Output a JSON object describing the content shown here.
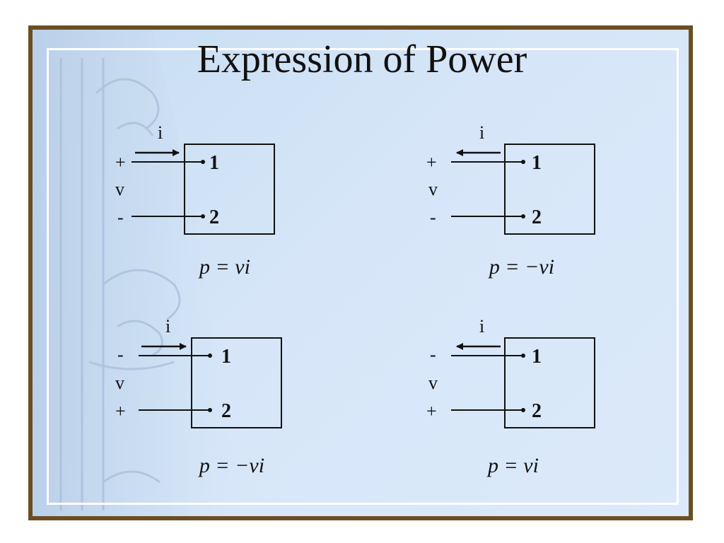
{
  "slide": {
    "title": "Expression of Power"
  },
  "diagrams": [
    {
      "current_label": "i",
      "top_sign": "+",
      "voltage_label": "v",
      "bottom_sign": "-",
      "terminal_1": "1",
      "terminal_2": "2",
      "current_direction": "into terminal 1",
      "equation": "p = vi"
    },
    {
      "current_label": "i",
      "top_sign": "+",
      "voltage_label": "v",
      "bottom_sign": "-",
      "terminal_1": "1",
      "terminal_2": "2",
      "current_direction": "out of terminal 1",
      "equation": "p = −vi"
    },
    {
      "current_label": "i",
      "top_sign": "-",
      "voltage_label": "v",
      "bottom_sign": "+",
      "terminal_1": "1",
      "terminal_2": "2",
      "current_direction": "into terminal 1",
      "equation": "p = −vi"
    },
    {
      "current_label": "i",
      "top_sign": "-",
      "voltage_label": "v",
      "bottom_sign": "+",
      "terminal_1": "1",
      "terminal_2": "2",
      "current_direction": "out of terminal 1",
      "equation": "p = vi"
    }
  ],
  "colors": {
    "frame": "#6b4e22",
    "background": "#d6e6f8",
    "ink": "#111111"
  }
}
